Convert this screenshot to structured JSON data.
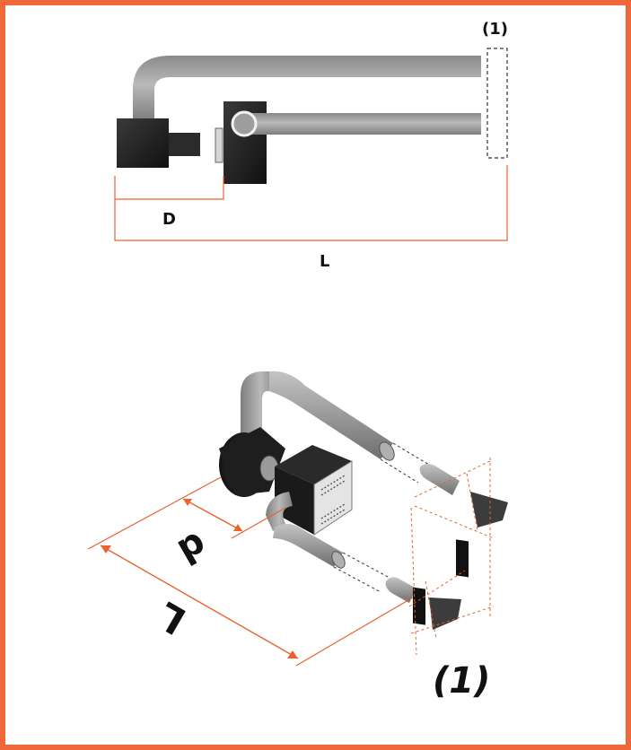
{
  "frame": {
    "border_color": "#f0683a"
  },
  "top_diagram": {
    "label_outlet": "(1)",
    "label_d": "D",
    "label_l": "L",
    "dimension_color": "#e8632f"
  },
  "iso_diagram": {
    "label_d": "d",
    "label_l": "L",
    "label_outlet": "(1)",
    "dimension_color": "#e8632f"
  }
}
